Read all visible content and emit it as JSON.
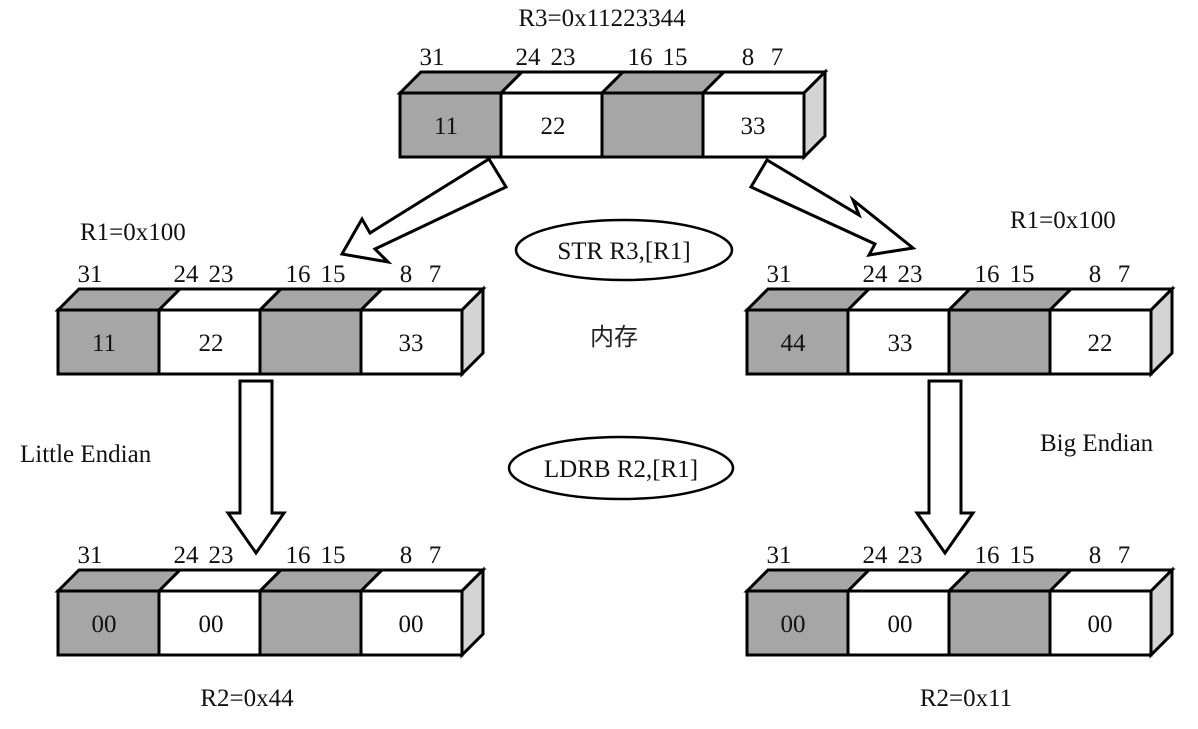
{
  "colors": {
    "dark_byte": "#a6a6a6",
    "light_byte": "#ffffff",
    "side_face": "#d4d4d4",
    "outline": "#000000"
  },
  "bit_labels": [
    "31",
    "24",
    "23",
    "16",
    "15",
    "8",
    "7"
  ],
  "registers": {
    "r3": {
      "title": "R3=0x11223344",
      "bytes": [
        "11",
        "22",
        "",
        "33"
      ]
    },
    "mem_little": {
      "title": "R1=0x100",
      "bytes": [
        "11",
        "22",
        "",
        "33"
      ]
    },
    "mem_big": {
      "title": "R1=0x100",
      "bytes": [
        "44",
        "33",
        "",
        "22"
      ]
    },
    "r2_little": {
      "title": "R2=0x44",
      "bytes": [
        "00",
        "00",
        "",
        "00"
      ]
    },
    "r2_big": {
      "title": "R2=0x11",
      "bytes": [
        "00",
        "00",
        "",
        "00"
      ]
    }
  },
  "instructions": {
    "store": "STR R3,[R1]",
    "load": "LDRB R2,[R1]"
  },
  "memory_label": "内存",
  "labels": {
    "little_endian": "Little Endian",
    "big_endian": "Big Endian"
  }
}
